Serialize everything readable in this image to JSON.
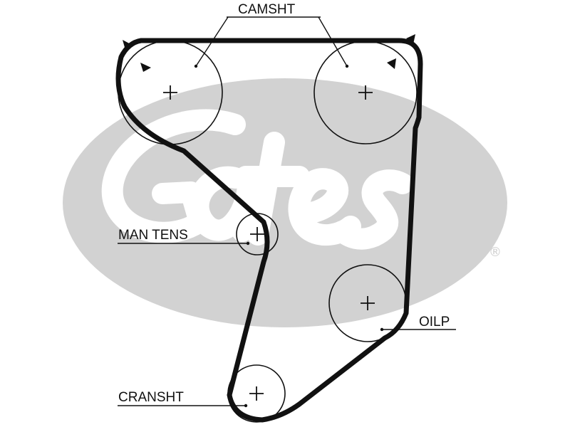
{
  "colors": {
    "belt": "#111111",
    "line": "#111111",
    "watermark": "#d2d2d2",
    "background": "#ffffff"
  },
  "watermark": {
    "brand": "Gates",
    "registered": "®"
  },
  "labels": {
    "camshaft": "CAMSHT",
    "tensioner": "MAN TENS",
    "oil_pump": "OILP",
    "crankshaft": "CRANSHT"
  },
  "icons": {
    "rotation_arrows": "triangle-arrow-icon",
    "centers": "plus-icon"
  }
}
